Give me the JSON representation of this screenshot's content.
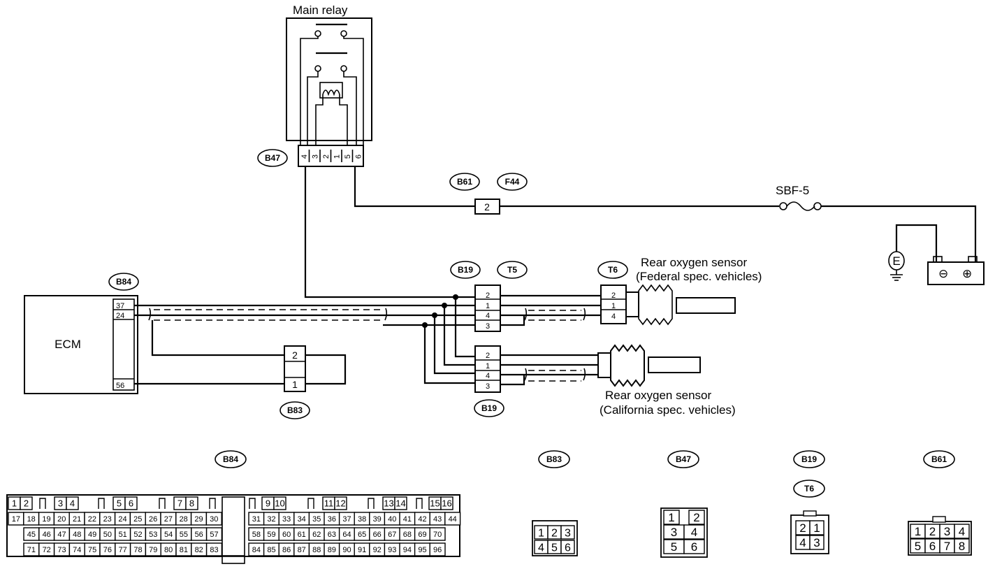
{
  "labels": {
    "main_relay": "Main relay",
    "ecm": "ECM",
    "sbf": "SBF-5",
    "ground_symbol": "E",
    "minus_symbol": "⊖",
    "plus_symbol": "⊕",
    "rear_fed_line1": "Rear oxygen sensor",
    "rear_fed_line2": "(Federal spec. vehicles)",
    "rear_cal_line1": "Rear oxygen sensor",
    "rear_cal_line2": "(California spec. vehicles)"
  },
  "tags": {
    "b47": "B47",
    "b61": "B61",
    "f44": "F44",
    "b84": "B84",
    "b19_top": "B19",
    "t5": "T5",
    "t6": "T6",
    "b19_bottom": "B19",
    "b83": "B83"
  },
  "pins": {
    "b47_relay": [
      "4",
      "3",
      "2",
      "1",
      "5",
      "6"
    ],
    "b61": "2",
    "ecm": [
      "37",
      "24",
      "56"
    ],
    "b83_diag": [
      "2",
      "1"
    ],
    "t5": [
      "2",
      "1",
      "4",
      "3"
    ],
    "t6": [
      "2",
      "1",
      "4"
    ],
    "b19_low": [
      "2",
      "1",
      "4",
      "3"
    ]
  },
  "connector_views": {
    "b84": {
      "title": "B84",
      "row1": [
        "1",
        "2",
        "3",
        "4",
        "5",
        "6",
        "7",
        "8",
        "9",
        "10",
        "11",
        "12",
        "13",
        "14",
        "15",
        "16"
      ],
      "row2": [
        "17",
        "18",
        "19",
        "20",
        "21",
        "22",
        "23",
        "24",
        "25",
        "26",
        "27",
        "28",
        "29",
        "30",
        "31",
        "32",
        "33",
        "34",
        "35",
        "36",
        "37",
        "38",
        "39",
        "40",
        "41",
        "42",
        "43",
        "44"
      ],
      "row3": [
        "45",
        "46",
        "47",
        "48",
        "49",
        "50",
        "51",
        "52",
        "53",
        "54",
        "55",
        "56",
        "57",
        "58",
        "59",
        "60",
        "61",
        "62",
        "63",
        "64",
        "65",
        "66",
        "67",
        "68",
        "69",
        "70"
      ],
      "row4": [
        "71",
        "72",
        "73",
        "74",
        "75",
        "76",
        "77",
        "78",
        "79",
        "80",
        "81",
        "82",
        "83",
        "84",
        "85",
        "86",
        "87",
        "88",
        "89",
        "90",
        "91",
        "92",
        "93",
        "94",
        "95",
        "96"
      ]
    },
    "b83": {
      "title": "B83",
      "pins": [
        "1",
        "2",
        "3",
        "4",
        "5",
        "6"
      ]
    },
    "b47": {
      "title": "B47",
      "pins": [
        "1",
        "2",
        "3",
        "4",
        "5",
        "6"
      ]
    },
    "b19": {
      "title": "B19",
      "subtitle": "T6",
      "pins": [
        "2",
        "1",
        "4",
        "3"
      ]
    },
    "b61": {
      "title": "B61",
      "pins": [
        "1",
        "2",
        "3",
        "4",
        "5",
        "6",
        "7",
        "8"
      ]
    }
  }
}
